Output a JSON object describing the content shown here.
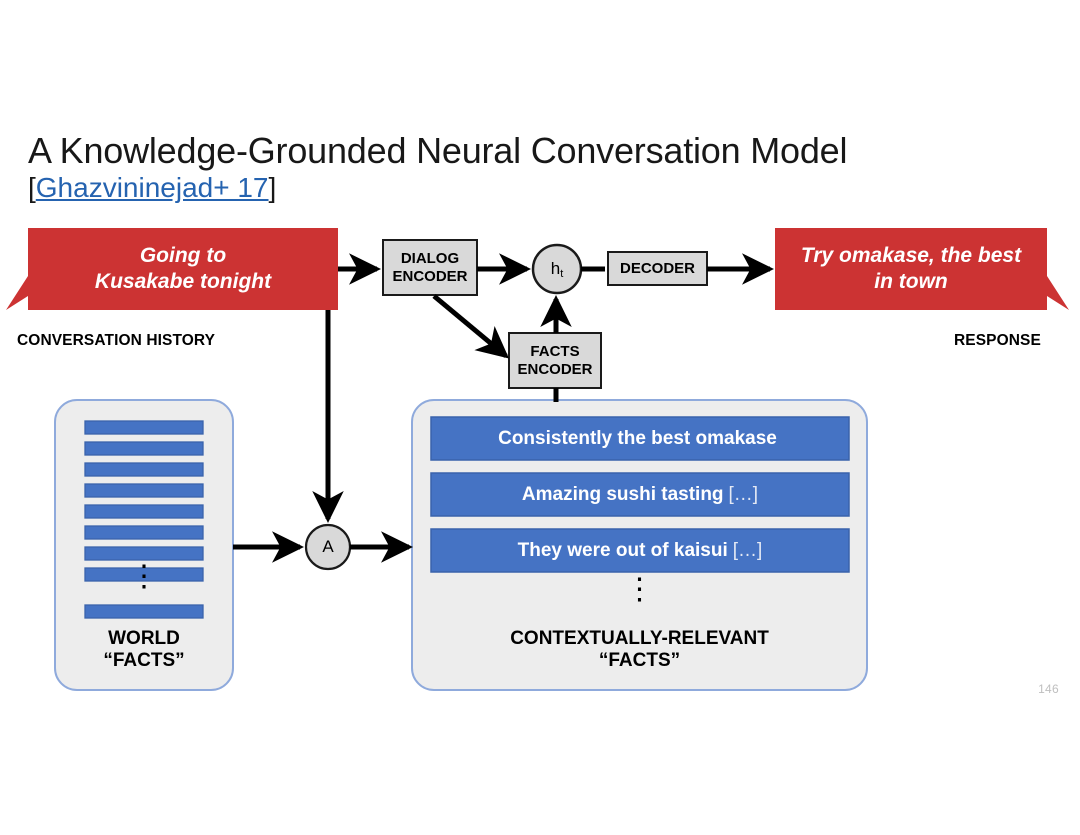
{
  "slide": {
    "title": "A Knowledge-Grounded Neural Conversation Model",
    "citation_open": "[",
    "citation_link": "Ghazvininejad+ 17",
    "citation_close": "]",
    "number": "146"
  },
  "colors": {
    "banner_red": "#cc3333",
    "fact_blue": "#4573c4",
    "fact_blue_border": "#3a63ab",
    "panel_fill": "#ededed",
    "panel_border": "#8faadc",
    "box_fill": "#d9d9d9",
    "box_border": "#1a1a1a",
    "link_blue": "#2563b0",
    "arrow_black": "#000000",
    "slide_number_gray": "#bfbfbf"
  },
  "conversation_history": {
    "banner_line1": "Going to",
    "banner_line2": "Kusakabe tonight",
    "caption": "CONVERSATION HISTORY"
  },
  "response": {
    "banner_line1": "Try omakase, the best",
    "banner_line2": "in town",
    "caption": "RESPONSE"
  },
  "modules": {
    "dialog_encoder_line1": "DIALOG",
    "dialog_encoder_line2": "ENCODER",
    "facts_encoder_line1": "FACTS",
    "facts_encoder_line2": "ENCODER",
    "decoder": "DECODER",
    "hidden_state": "h",
    "hidden_state_sub": "t",
    "attention_node": "A"
  },
  "world_facts": {
    "caption_line1": "WORLD",
    "caption_line2": "“FACTS”",
    "bar_count": 8,
    "tail_bar_count": 1,
    "ellipsis": "⋮"
  },
  "contextual_facts": {
    "caption_line1": "CONTEXTUALLY-RELEVANT",
    "caption_line2": "“FACTS”",
    "ellipsis": "⋮",
    "items": [
      {
        "text": "Consistently the best omakase",
        "ellipsis": ""
      },
      {
        "text": "Amazing sushi tasting",
        "ellipsis": "[…]"
      },
      {
        "text": "They were out of kaisui",
        "ellipsis": "[…]"
      }
    ]
  }
}
